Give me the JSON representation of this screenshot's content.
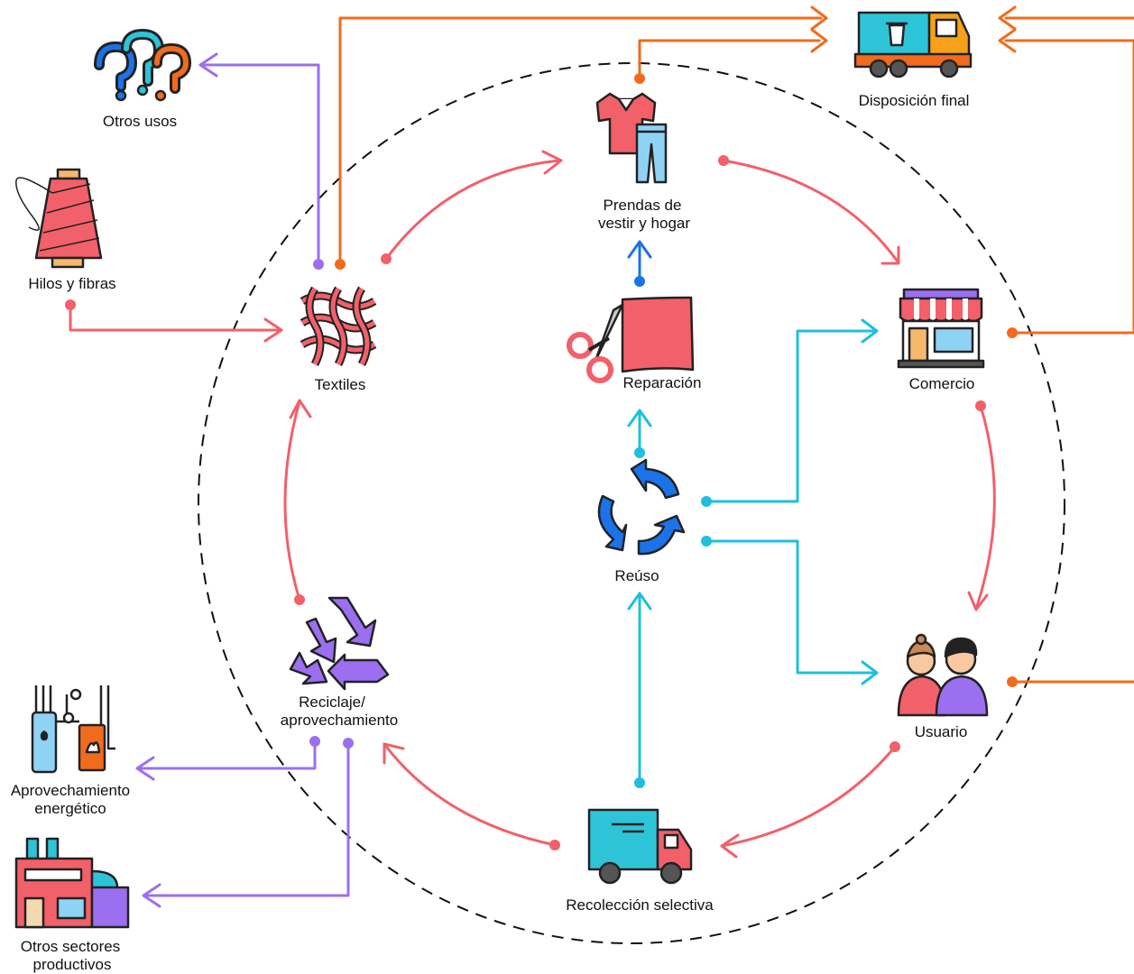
{
  "colors": {
    "red": "#f2606a",
    "orange": "#f26b1d",
    "purple": "#9b6ff0",
    "cyan": "#1dbfe0",
    "blue": "#1a73e8",
    "dashed_circle": "#111111"
  },
  "nodes": {
    "textiles": {
      "label": "Textiles",
      "icon": "woven-fabric-icon"
    },
    "prendas": {
      "label_line1": "Prendas de",
      "label_line2": "vestir y hogar",
      "icon": "clothes-icon"
    },
    "comercio": {
      "label": "Comercio",
      "icon": "store-icon"
    },
    "usuario": {
      "label": "Usuario",
      "icon": "users-icon"
    },
    "recoleccion": {
      "label": "Recolección selectiva",
      "icon": "delivery-truck-icon"
    },
    "reciclaje": {
      "label_line1": "Reciclaje/",
      "label_line2": "aprovechamiento",
      "icon": "recycle-icon"
    },
    "reparacion": {
      "label": "Reparación",
      "icon": "scissors-fabric-icon"
    },
    "reuso": {
      "label": "Reúso",
      "icon": "refresh-arrows-icon"
    },
    "disposicion": {
      "label": "Disposición final",
      "icon": "garbage-truck-icon"
    },
    "otros_usos": {
      "label": "Otros usos",
      "icon": "question-marks-icon"
    },
    "hilos": {
      "label": "Hilos y fibras",
      "icon": "thread-spool-icon"
    },
    "energetico": {
      "label_line1": "Aprovechamiento",
      "label_line2": "energético",
      "icon": "power-plant-icon"
    },
    "otros_sectores": {
      "label_line1": "Otros sectores",
      "label_line2": "productivos",
      "icon": "factory-icon"
    }
  }
}
